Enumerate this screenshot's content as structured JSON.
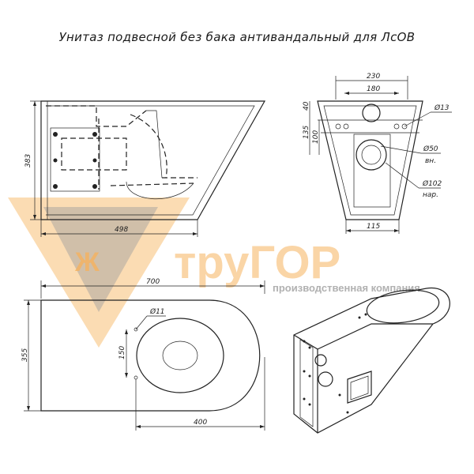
{
  "title": "Унитаз подвесной без бака антивандальный для ЛсОВ",
  "side_view": {
    "height_label": "383",
    "length_label": "498"
  },
  "front_view": {
    "top_width": "230",
    "inner_width": "180",
    "dim_40": "40",
    "dim_135": "135",
    "dim_100": "100",
    "hole_small": "Ø13",
    "hole_inner": "Ø50",
    "hole_inner_note": "вн.",
    "hole_outer": "Ø102",
    "hole_outer_note": "нар.",
    "bottom_width": "115"
  },
  "top_view": {
    "length_label": "700",
    "width_label": "355",
    "hole_label": "Ø11",
    "spacing_label": "150",
    "offset_label": "400"
  },
  "watermark": {
    "brand": "труГОР",
    "tagline": "производственная компания"
  },
  "colors": {
    "brand_orange": "#f4a441",
    "brand_gray": "#7b7b7b"
  }
}
